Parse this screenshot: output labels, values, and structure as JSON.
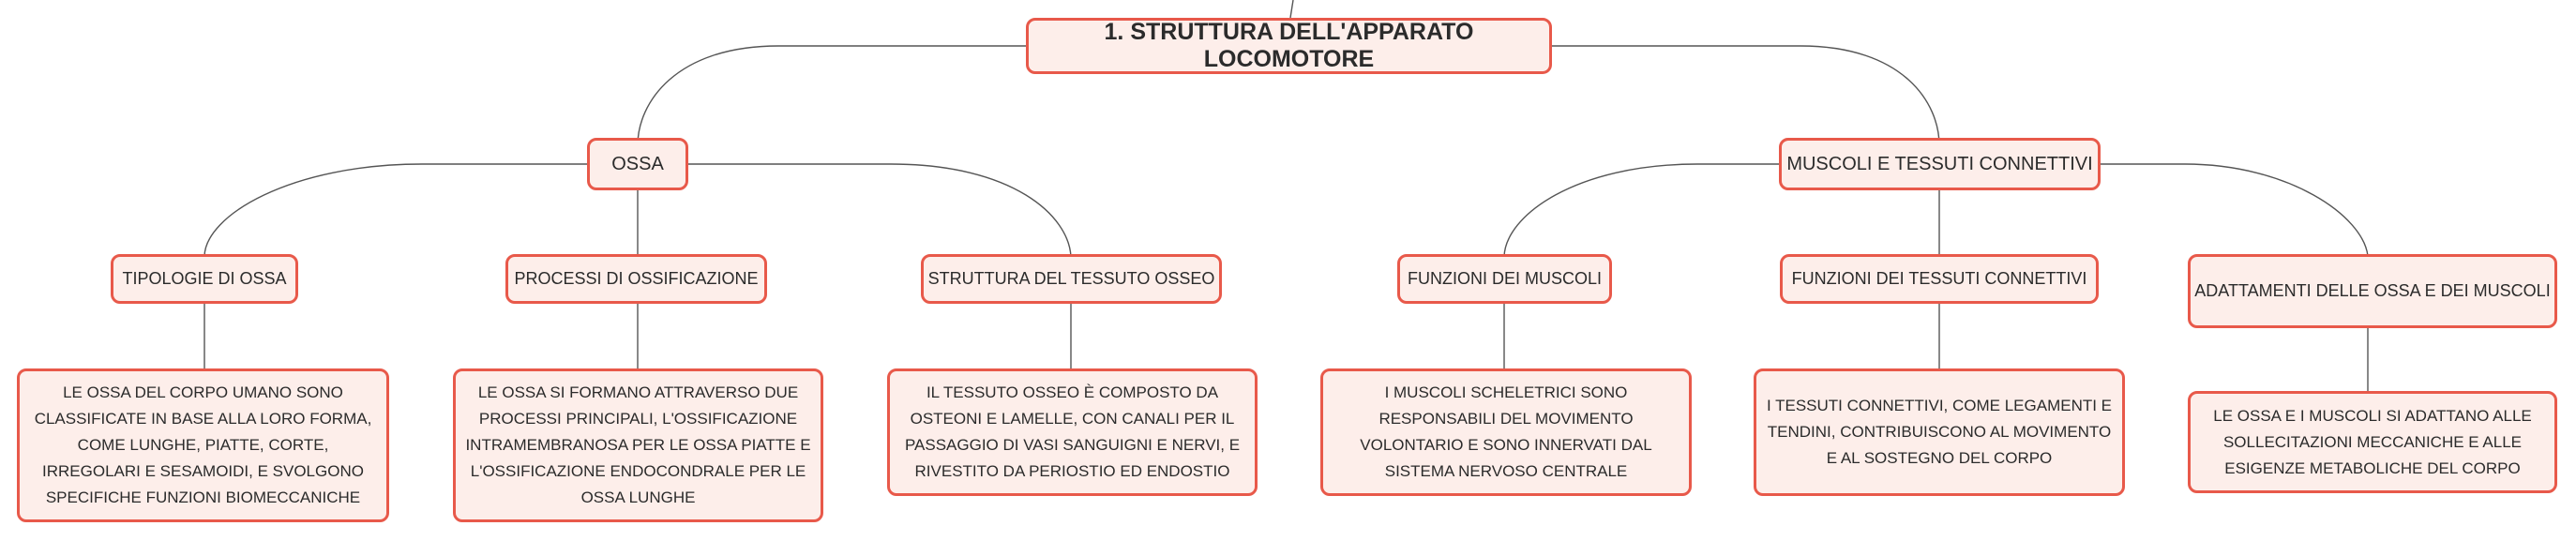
{
  "root": {
    "label": "1. STRUTTURA DELL'APPARATO LOCOMOTORE"
  },
  "branches": [
    {
      "label": "OSSA",
      "children": [
        {
          "label": "TIPOLOGIE DI OSSA",
          "detail": "LE OSSA DEL CORPO UMANO SONO CLASSIFICATE IN BASE ALLA LORO FORMA, COME LUNGHE, PIATTE, CORTE, IRREGOLARI E SESAMOIDI, E SVOLGONO SPECIFICHE FUNZIONI BIOMECCANICHE"
        },
        {
          "label": "PROCESSI DI OSSIFICAZIONE",
          "detail": "LE OSSA SI FORMANO ATTRAVERSO DUE PROCESSI PRINCIPALI, L'OSSIFICAZIONE INTRAMEMBRANOSA PER LE OSSA PIATTE E L'OSSIFICAZIONE ENDOCONDRALE PER LE OSSA LUNGHE"
        },
        {
          "label": "STRUTTURA DEL TESSUTO OSSEO",
          "detail": "IL TESSUTO OSSEO È COMPOSTO DA OSTEONI E LAMELLE, CON CANALI PER IL PASSAGGIO DI VASI SANGUIGNI E NERVI, E RIVESTITO DA PERIOSTIO ED ENDOSTIO"
        }
      ]
    },
    {
      "label": "MUSCOLI E TESSUTI CONNETTIVI",
      "children": [
        {
          "label": "FUNZIONI DEI MUSCOLI",
          "detail": "I MUSCOLI SCHELETRICI SONO RESPONSABILI DEL MOVIMENTO VOLONTARIO E SONO INNERVATI DAL SISTEMA NERVOSO CENTRALE"
        },
        {
          "label": "FUNZIONI DEI TESSUTI CONNETTIVI",
          "detail": "I TESSUTI CONNETTIVI, COME LEGAMENTI E TENDINI, CONTRIBUISCONO AL MOVIMENTO E AL SOSTEGNO DEL CORPO"
        },
        {
          "label": "ADATTAMENTI DELLE OSSA E DEI MUSCOLI",
          "detail": "LE OSSA E I MUSCOLI SI ADATTANO ALLE SOLLECITAZIONI MECCANICHE E ALLE ESIGENZE METABOLICHE DEL CORPO"
        }
      ]
    }
  ],
  "colors": {
    "border": "#e8594a",
    "fill": "#fdeeea",
    "line": "#555555",
    "text": "#2b2b2b"
  }
}
